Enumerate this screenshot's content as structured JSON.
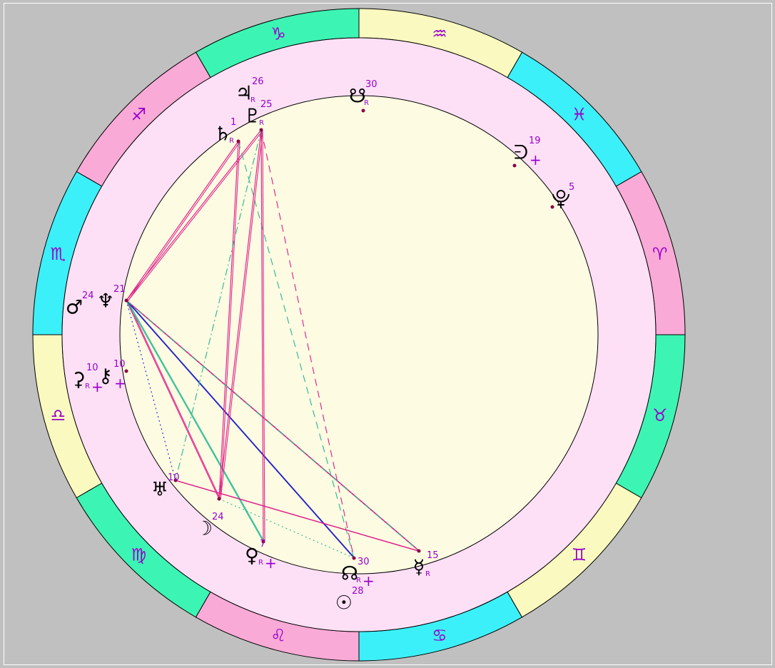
{
  "wheel": {
    "signs": [
      {
        "name": "capricorn-sign",
        "glyph": "♑",
        "color": "#3cf5b4"
      },
      {
        "name": "sagittarius-sign",
        "glyph": "♐",
        "color": "#faaad7"
      },
      {
        "name": "scorpio-sign",
        "glyph": "♏",
        "color": "#3cf0fa"
      },
      {
        "name": "libra-sign",
        "glyph": "♎",
        "color": "#fafac0"
      },
      {
        "name": "virgo-sign",
        "glyph": "♍",
        "color": "#3cf5b4"
      },
      {
        "name": "leo-sign",
        "glyph": "♌",
        "color": "#faaad7"
      },
      {
        "name": "cancer-sign",
        "glyph": "♋",
        "color": "#3cf0fa"
      },
      {
        "name": "gemini-sign",
        "glyph": "♊",
        "color": "#fafac0"
      },
      {
        "name": "taurus-sign",
        "glyph": "♉",
        "color": "#3cf5b4"
      },
      {
        "name": "aries-sign",
        "glyph": "♈",
        "color": "#faaad7"
      },
      {
        "name": "pisces-sign",
        "glyph": "♓",
        "color": "#3cf0fa"
      },
      {
        "name": "aquarius-sign",
        "glyph": "♒",
        "color": "#fafac0"
      }
    ],
    "colors": {
      "background": "#c0c0c0",
      "planet_band": "#fde0f6",
      "aspect_field": "#fdfbe2",
      "label": "#9900cc",
      "aspect_magenta": "#e01888",
      "aspect_green": "#22b890",
      "aspect_blue": "#2020c8"
    }
  },
  "planets": [
    {
      "name": "jupiter",
      "glyph": "♃",
      "degree": "26",
      "retro": "R",
      "plus": ""
    },
    {
      "name": "pluto",
      "glyph": "♇",
      "degree": "25",
      "retro": "R",
      "plus": ""
    },
    {
      "name": "saturn",
      "glyph": "♄",
      "degree": "1",
      "retro": "R",
      "plus": ""
    },
    {
      "name": "south-node",
      "glyph": "☋",
      "degree": "30",
      "retro": "R",
      "plus": ""
    },
    {
      "name": "part-of-fortune",
      "glyph": "ᕭ",
      "degree": "19",
      "retro": "",
      "plus": "+"
    },
    {
      "name": "lilith",
      "glyph": "⯓",
      "degree": "5",
      "retro": "",
      "plus": ""
    },
    {
      "name": "neptune",
      "glyph": "♆",
      "degree": "21",
      "retro": "",
      "plus": ""
    },
    {
      "name": "mars",
      "glyph": "♂",
      "degree": "24",
      "retro": "",
      "plus": ""
    },
    {
      "name": "ceres",
      "glyph": "⚳",
      "degree": "10",
      "retro": "R",
      "plus": "+"
    },
    {
      "name": "chiron",
      "glyph": "⚷",
      "degree": "10",
      "retro": "",
      "plus": "+"
    },
    {
      "name": "uranus",
      "glyph": "♅",
      "degree": "10",
      "retro": "",
      "plus": ""
    },
    {
      "name": "moon",
      "glyph": "☽",
      "degree": "24",
      "retro": "",
      "plus": ""
    },
    {
      "name": "venus",
      "glyph": "♀",
      "degree": "7",
      "retro": "R",
      "plus": "+"
    },
    {
      "name": "north-node",
      "glyph": "☊",
      "degree": "30",
      "retro": "R",
      "plus": "+"
    },
    {
      "name": "mercury",
      "glyph": "☿",
      "degree": "15",
      "retro": "R",
      "plus": ""
    },
    {
      "name": "sun",
      "glyph": "☉",
      "degree": "28",
      "retro": "",
      "plus": ""
    }
  ],
  "aspects": [
    {
      "from": "neptune",
      "to": "saturn",
      "color": "magenta",
      "style": "solid"
    },
    {
      "from": "neptune",
      "to": "pluto",
      "color": "magenta",
      "style": "solid"
    },
    {
      "from": "neptune",
      "to": "moon",
      "color": "magenta",
      "style": "solid"
    },
    {
      "from": "neptune",
      "to": "venus",
      "color": "green",
      "style": "solid"
    },
    {
      "from": "neptune",
      "to": "north-node",
      "color": "blue",
      "style": "solid"
    },
    {
      "from": "neptune",
      "to": "mercury",
      "color": "magenta",
      "style": "solid"
    },
    {
      "from": "neptune",
      "to": "uranus",
      "color": "blue",
      "style": "dotted"
    },
    {
      "from": "saturn",
      "to": "moon",
      "color": "magenta",
      "style": "solid"
    },
    {
      "from": "saturn",
      "to": "north-node",
      "color": "green",
      "style": "dashed"
    },
    {
      "from": "pluto",
      "to": "moon",
      "color": "magenta",
      "style": "solid"
    },
    {
      "from": "pluto",
      "to": "venus",
      "color": "magenta",
      "style": "solid"
    },
    {
      "from": "pluto",
      "to": "north-node",
      "color": "magenta",
      "style": "dashed"
    },
    {
      "from": "pluto",
      "to": "uranus",
      "color": "green",
      "style": "dashdot"
    },
    {
      "from": "uranus",
      "to": "mercury",
      "color": "magenta",
      "style": "solid"
    },
    {
      "from": "moon",
      "to": "north-node",
      "color": "green",
      "style": "dotted"
    },
    {
      "from": "neptune",
      "to": "mercury",
      "color": "green",
      "style": "dashdot"
    }
  ]
}
